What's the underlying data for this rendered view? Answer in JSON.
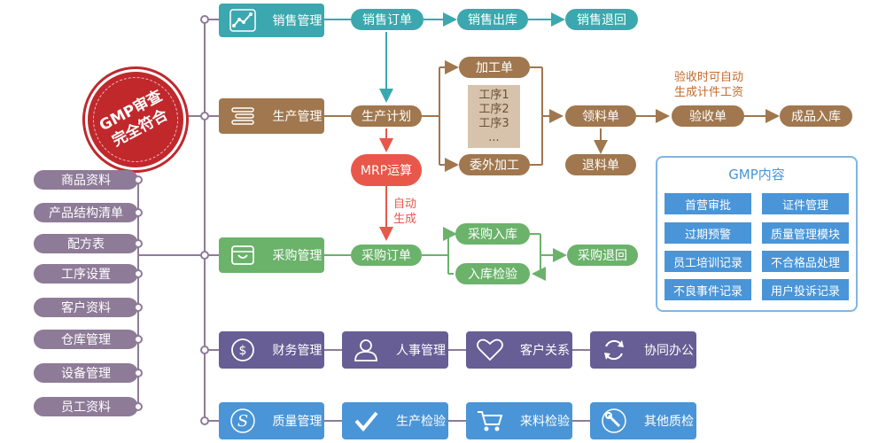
{
  "seal": {
    "line1": "GMP审查",
    "line2": "完全符合"
  },
  "left_items": [
    "商品资料",
    "产品结构清单",
    "配方表",
    "工序设置",
    "客户资料",
    "仓库管理",
    "设备管理",
    "员工资料"
  ],
  "modules": {
    "sales": "销售管理",
    "production": "生产管理",
    "purchase": "采购管理",
    "finance": "财务管理",
    "hr": "人事管理",
    "crm": "客户关系",
    "office": "协同办公",
    "quality": "质量管理",
    "prod_inspect": "生产检验",
    "incoming_inspect": "来料检验",
    "other_inspect": "其他质检"
  },
  "sales_flow": {
    "order": "销售订单",
    "outbound": "销售出库",
    "return": "销售退回"
  },
  "production_flow": {
    "plan": "生产计划",
    "processing": "加工单",
    "outsourcing": "委外加工",
    "procedures": [
      "工序1",
      "工序2",
      "工序3",
      "..."
    ],
    "material_pick": "领料单",
    "material_return": "退料单",
    "acceptance": "验收单",
    "finished_storage": "成品入库",
    "note": [
      "验收时可自动",
      "生成计件工资"
    ]
  },
  "mrp": {
    "label": "MRP运算",
    "auto_note": [
      "自动",
      "生成"
    ]
  },
  "purchase_flow": {
    "order": "采购订单",
    "inbound": "采购入库",
    "inspect": "入库检验",
    "return": "采购退回"
  },
  "gmp": {
    "title": "GMP内容",
    "items": [
      "首营审批",
      "证件管理",
      "过期预警",
      "质量管理模块",
      "员工培训记录",
      "不合格品处理",
      "不良事件记录",
      "用户投诉记录"
    ]
  },
  "colors": {
    "teal": "#3aa8ae",
    "brown": "#a0774e",
    "green": "#6bb26b",
    "purple": "#665e95",
    "blue": "#4a95d7",
    "mauve": "#8e7b98",
    "red": "#e9574a"
  }
}
